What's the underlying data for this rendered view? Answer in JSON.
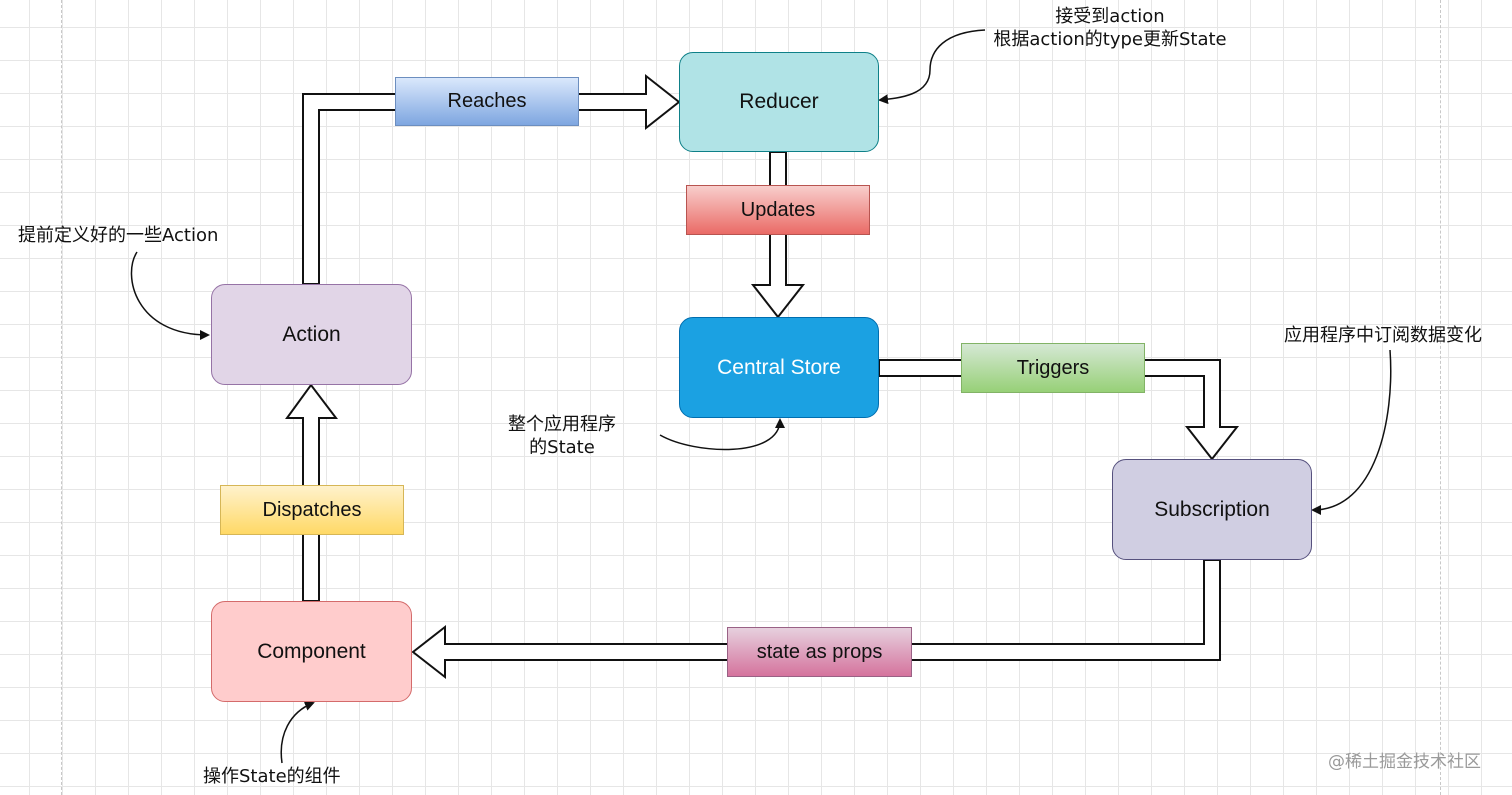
{
  "nodes": {
    "action": "Action",
    "reducer": "Reducer",
    "central_store": "Central Store",
    "subscription": "Subscription",
    "component": "Component"
  },
  "edges": {
    "reaches": "Reaches",
    "updates": "Updates",
    "triggers": "Triggers",
    "dispatches": "Dispatches",
    "state_as_props": "state as props"
  },
  "notes": {
    "reducer_line1": "接受到action",
    "reducer_line2": "根据action的type更新State",
    "action": "提前定义好的一些Action",
    "store_line1": "整个应用程序",
    "store_line2": "的State",
    "subscription": "应用程序中订阅数据变化",
    "component": "操作State的组件"
  },
  "watermark": "@稀土掘金技术社区"
}
